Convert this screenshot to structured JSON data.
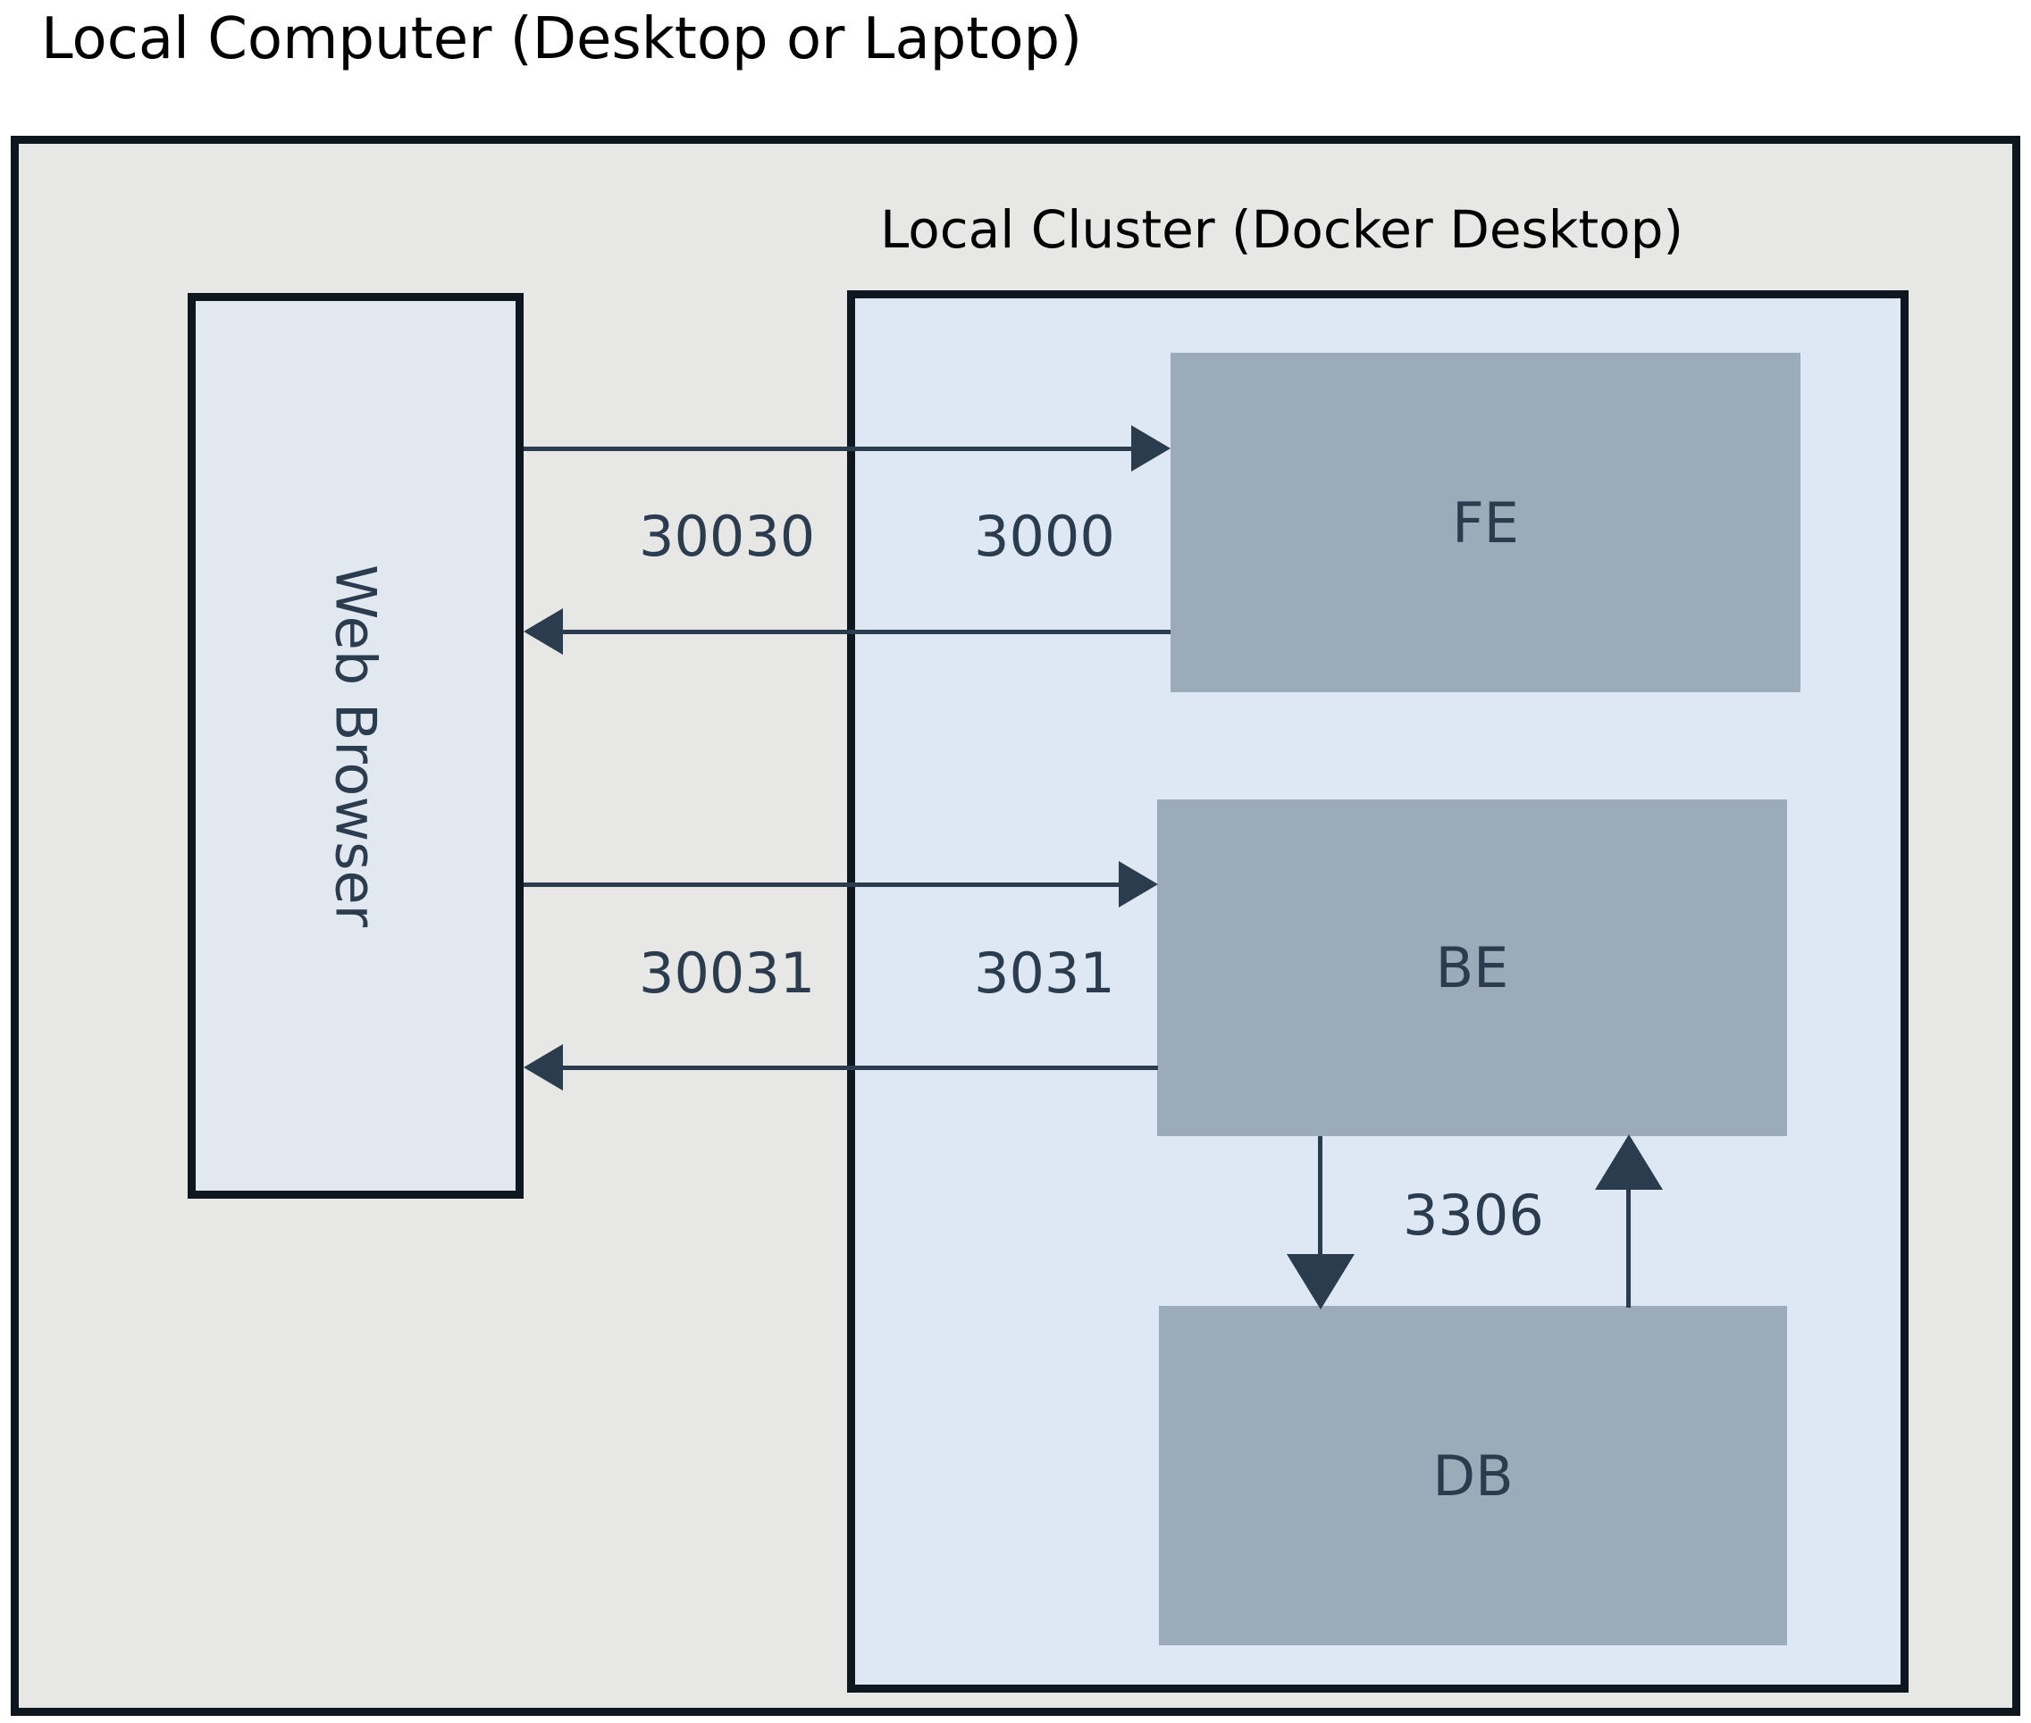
{
  "diagram": {
    "type": "architecture-diagram",
    "outer_frame": {
      "title": "Local Computer (Desktop or Laptop)",
      "fill_color": "#e7e7e6",
      "border_color": "#0e1620"
    },
    "cluster_frame": {
      "title": "Local Cluster (Docker Desktop)",
      "fill_color": "#dee8f4",
      "border_color": "#0e1620"
    },
    "client": {
      "label": "Web Browser",
      "orientation": "vertical",
      "fill_color": "#e2e8ef",
      "border_color": "#0e1620"
    },
    "services": [
      {
        "id": "fe",
        "label": "FE",
        "fill_color": "#9babb9",
        "text_color": "#2b3c4e"
      },
      {
        "id": "be",
        "label": "BE",
        "fill_color": "#9babb9",
        "text_color": "#2b3c4e"
      },
      {
        "id": "db",
        "label": "DB",
        "fill_color": "#9babb9",
        "text_color": "#2b3c4e"
      }
    ],
    "connections": [
      {
        "id": "browser-to-fe",
        "from": "Web Browser",
        "to": "FE",
        "direction": "right",
        "external_port": "30030",
        "internal_port": "3000"
      },
      {
        "id": "fe-to-browser",
        "from": "FE",
        "to": "Web Browser",
        "direction": "left",
        "external_port": "30030",
        "internal_port": "3000"
      },
      {
        "id": "browser-to-be",
        "from": "Web Browser",
        "to": "BE",
        "direction": "right",
        "external_port": "30031",
        "internal_port": "3031"
      },
      {
        "id": "be-to-browser",
        "from": "BE",
        "to": "Web Browser",
        "direction": "left",
        "external_port": "30031",
        "internal_port": "3031"
      },
      {
        "id": "be-to-db",
        "from": "BE",
        "to": "DB",
        "direction": "down",
        "port": "3306"
      },
      {
        "id": "db-to-be",
        "from": "DB",
        "to": "BE",
        "direction": "up",
        "port": "3306"
      }
    ],
    "port_labels": {
      "fe_external": "30030",
      "fe_internal": "3000",
      "be_external": "30031",
      "be_internal": "3031",
      "db": "3306"
    },
    "line_color": "#2b3c4e"
  }
}
